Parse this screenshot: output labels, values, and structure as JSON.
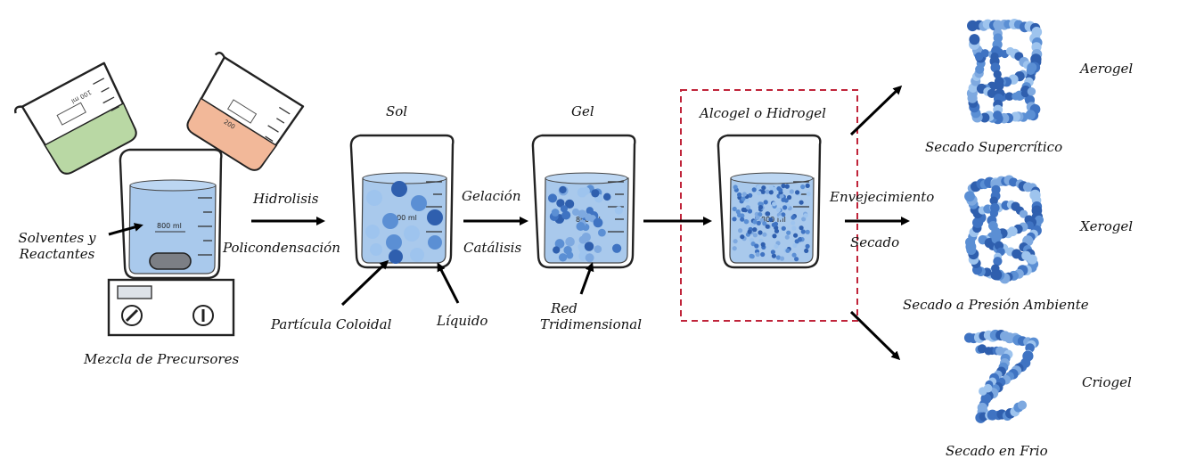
{
  "labels": {
    "solventes_1": "Solventes y",
    "solventes_2": "Reactantes",
    "mezcla": "Mezcla de Precursores",
    "hidrolisis": "Hidrolisis",
    "policondensacion": "Policondensación",
    "sol": "Sol",
    "particula": "Partícula Coloidal",
    "liquido": "Líquido",
    "gel": "Gel",
    "gelacion": "Gelación",
    "catalisis": "Catálisis",
    "red_1": "Red",
    "red_2": "Tridimensional",
    "alcogel": "Alcogel o Hidrogel",
    "envejecimiento": "Envejecimiento",
    "secado": "Secado",
    "aerogel": "Aerogel",
    "xerogel": "Xerogel",
    "criogel": "Criogel",
    "secado_supercritico": "Secado Supercrítico",
    "secado_presion": "Secado a Presión Ambiente",
    "secado_frio": "Secado en Frio"
  },
  "beaker_marks": {
    "main": "800 ml",
    "sol": "800 ml",
    "gel": "800 ml",
    "alcogel": "800 ml",
    "tilted_left": "100 ml",
    "tilted_right": "200"
  },
  "colors": {
    "liquid_blue": "#a9c9ec",
    "liquid_green": "#b9d8a4",
    "liquid_orange": "#f2b899",
    "particle_dark": "#2f5fae",
    "particle_mid": "#5b8fd4",
    "particle_light": "#9ec4ee",
    "frame_red": "#c0243a",
    "arrow": "#000000"
  }
}
